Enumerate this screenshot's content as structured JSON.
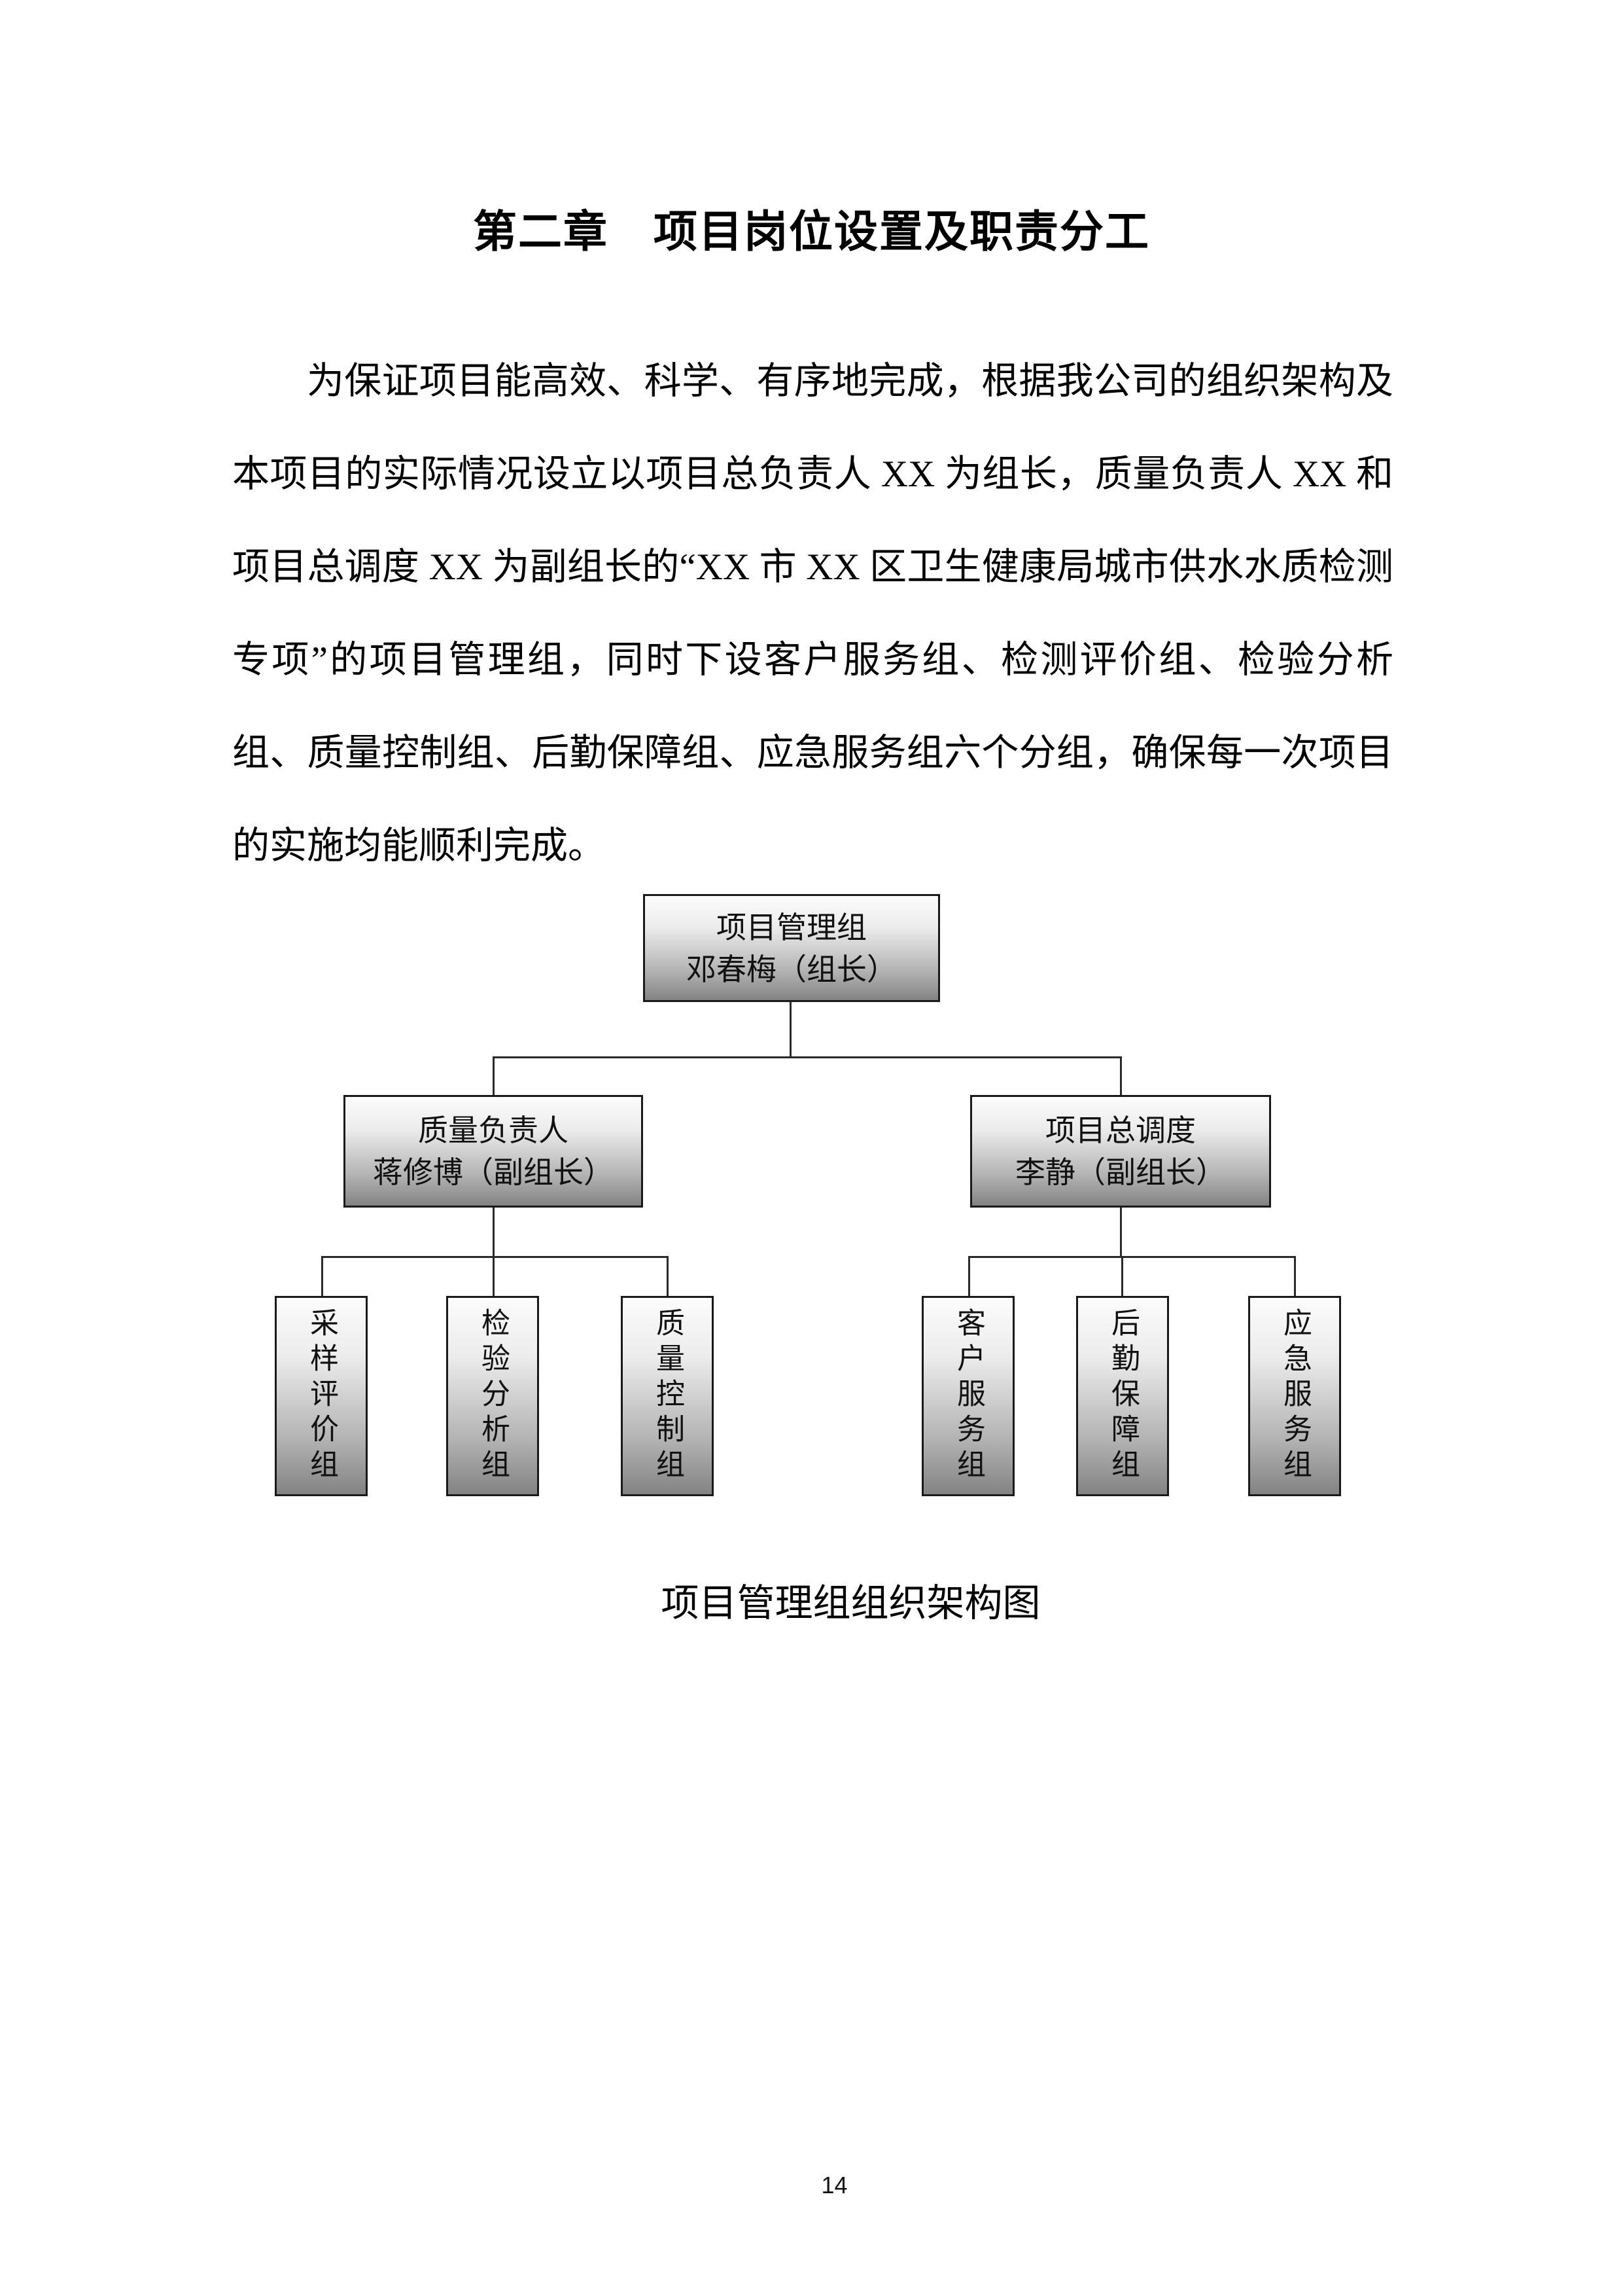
{
  "title": "第二章　项目岗位设置及职责分工",
  "paragraph": "为保证项目能高效、科学、有序地完成，根据我公司的组织架构及本项目的实际情况设立以项目总负责人 XX 为组长，质量负责人 XX 和项目总调度 XX 为副组长的“XX 市 XX 区卫生健康局城市供水水质检测专项”的项目管理组，同时下设客户服务组、检测评价组、检验分析组、质量控制组、后勤保障组、应急服务组六个分组，确保每一次项目的实施均能顺利完成。",
  "chart": {
    "caption": "项目管理组组织架构图",
    "nodes": {
      "top": {
        "line1": "项目管理组",
        "line2": "邓春梅（组长）"
      },
      "left": {
        "line1": "质量负责人",
        "line2": "蒋修博（副组长）"
      },
      "right": {
        "line1": "项目总调度",
        "line2": "李静（副组长）"
      }
    },
    "leaves": [
      {
        "label": "采样评价组"
      },
      {
        "label": "检验分析组"
      },
      {
        "label": "质量控制组"
      },
      {
        "label": "客户服务组"
      },
      {
        "label": "后勤保障组"
      },
      {
        "label": "应急服务组"
      }
    ]
  },
  "page": {
    "number": "14"
  }
}
